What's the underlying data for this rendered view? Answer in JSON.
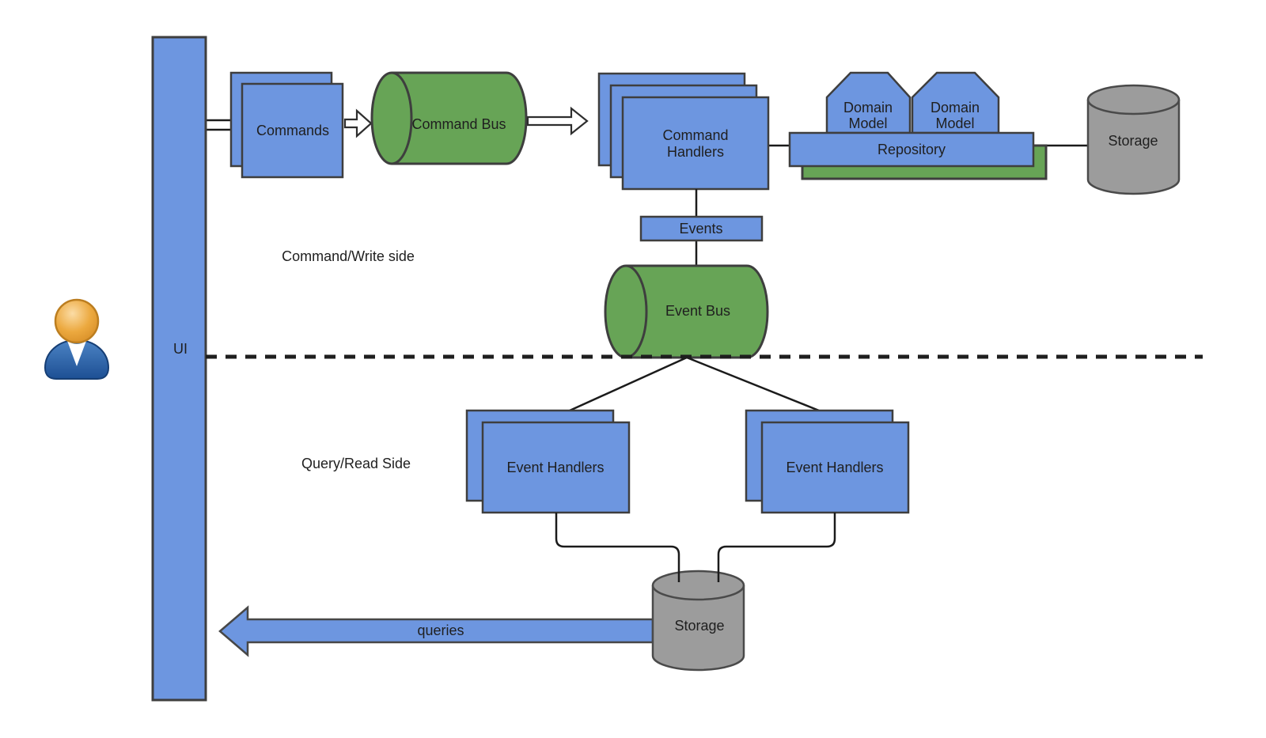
{
  "diagram": {
    "section_labels": {
      "write": "Command/Write side",
      "read": "Query/Read Side"
    },
    "nodes": {
      "ui": {
        "label": "UI"
      },
      "commands": {
        "label": "Commands"
      },
      "command_bus": {
        "label": "Command Bus"
      },
      "command_handlers": {
        "label": "Command Handlers",
        "lines": [
          "Command",
          "Handlers"
        ]
      },
      "domain_model_left": {
        "label": "Domain Model",
        "lines": [
          "Domain",
          "Model"
        ]
      },
      "domain_model_right": {
        "label": "Domain Model",
        "lines": [
          "Domain",
          "Model"
        ]
      },
      "repository": {
        "label": "Repository"
      },
      "write_storage": {
        "label": "Storage"
      },
      "events": {
        "label": "Events"
      },
      "event_bus": {
        "label": "Event Bus"
      },
      "event_handlers_left": {
        "label": "Event Handlers"
      },
      "event_handlers_right": {
        "label": "Event Handlers"
      },
      "read_storage": {
        "label": "Storage"
      }
    },
    "edges": {
      "queries": {
        "label": "queries"
      }
    },
    "icons": {
      "actor": "user-icon"
    },
    "colors": {
      "node_blue": "#6D96E0",
      "node_green": "#67A456",
      "node_gray": "#9C9C9C",
      "border_dark": "#3E3E3E",
      "line_black": "#1B1B1B"
    }
  }
}
